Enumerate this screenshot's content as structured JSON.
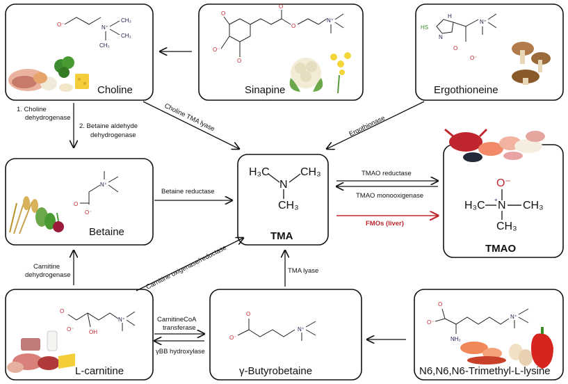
{
  "compounds": {
    "choline": "Choline",
    "sinapine": "Sinapine",
    "ergothioneine": "Ergothioneine",
    "betaine": "Betaine",
    "tma": "TMA",
    "tmao": "TMAO",
    "l_carnitine": "L-carnitine",
    "butyrobetaine": "γ-Butyrobetaine",
    "trimethyllysine": "N6,N6,N6-Trimethyl-L-lysine"
  },
  "reactions": {
    "choline_dh": "1. Choline",
    "choline_dh2": "dehydrogenase",
    "betaine_ald": "2. Betaine aldehyde",
    "betaine_ald2": "dehydrogenase",
    "choline_tma_lyase": "Choline TMA lyase",
    "ergothionase": "Ergothionase",
    "betaine_reductase": "Betaine reductase",
    "tmao_reductase": "TMAO reductase",
    "tmao_monooxygenase": "TMAO monooxigenase",
    "fmos": "FMOs (liver)",
    "carnitine_oxigenase": "Carnitine oxigenase/reductase",
    "tma_lyase": "TMA lyase",
    "carnitine_dh1": "Carnitine",
    "carnitine_dh2": "dehydrogenase",
    "carnitinecoa1": "CarnitineCoA",
    "carnitinecoa2": "transferase",
    "gbb_hydroxylase": "γBB hydroxylase"
  },
  "atoms": {
    "o_minus": "O⁻",
    "n": "N",
    "n_plus": "N⁺",
    "ch3": "CH₃",
    "o": "O",
    "oh": "OH",
    "hs": "HS",
    "h": "H",
    "nh2": "NH₂",
    "h3c": "H₃C",
    "o_minus_big": "O⁻",
    "plus": "+"
  },
  "colors": {
    "line": "#111111",
    "fmo_arrow": "#c0262d",
    "oxygen": "#c0262d",
    "nitrogen": "#1a1a4a",
    "sulfur": "#3a8a2a"
  }
}
